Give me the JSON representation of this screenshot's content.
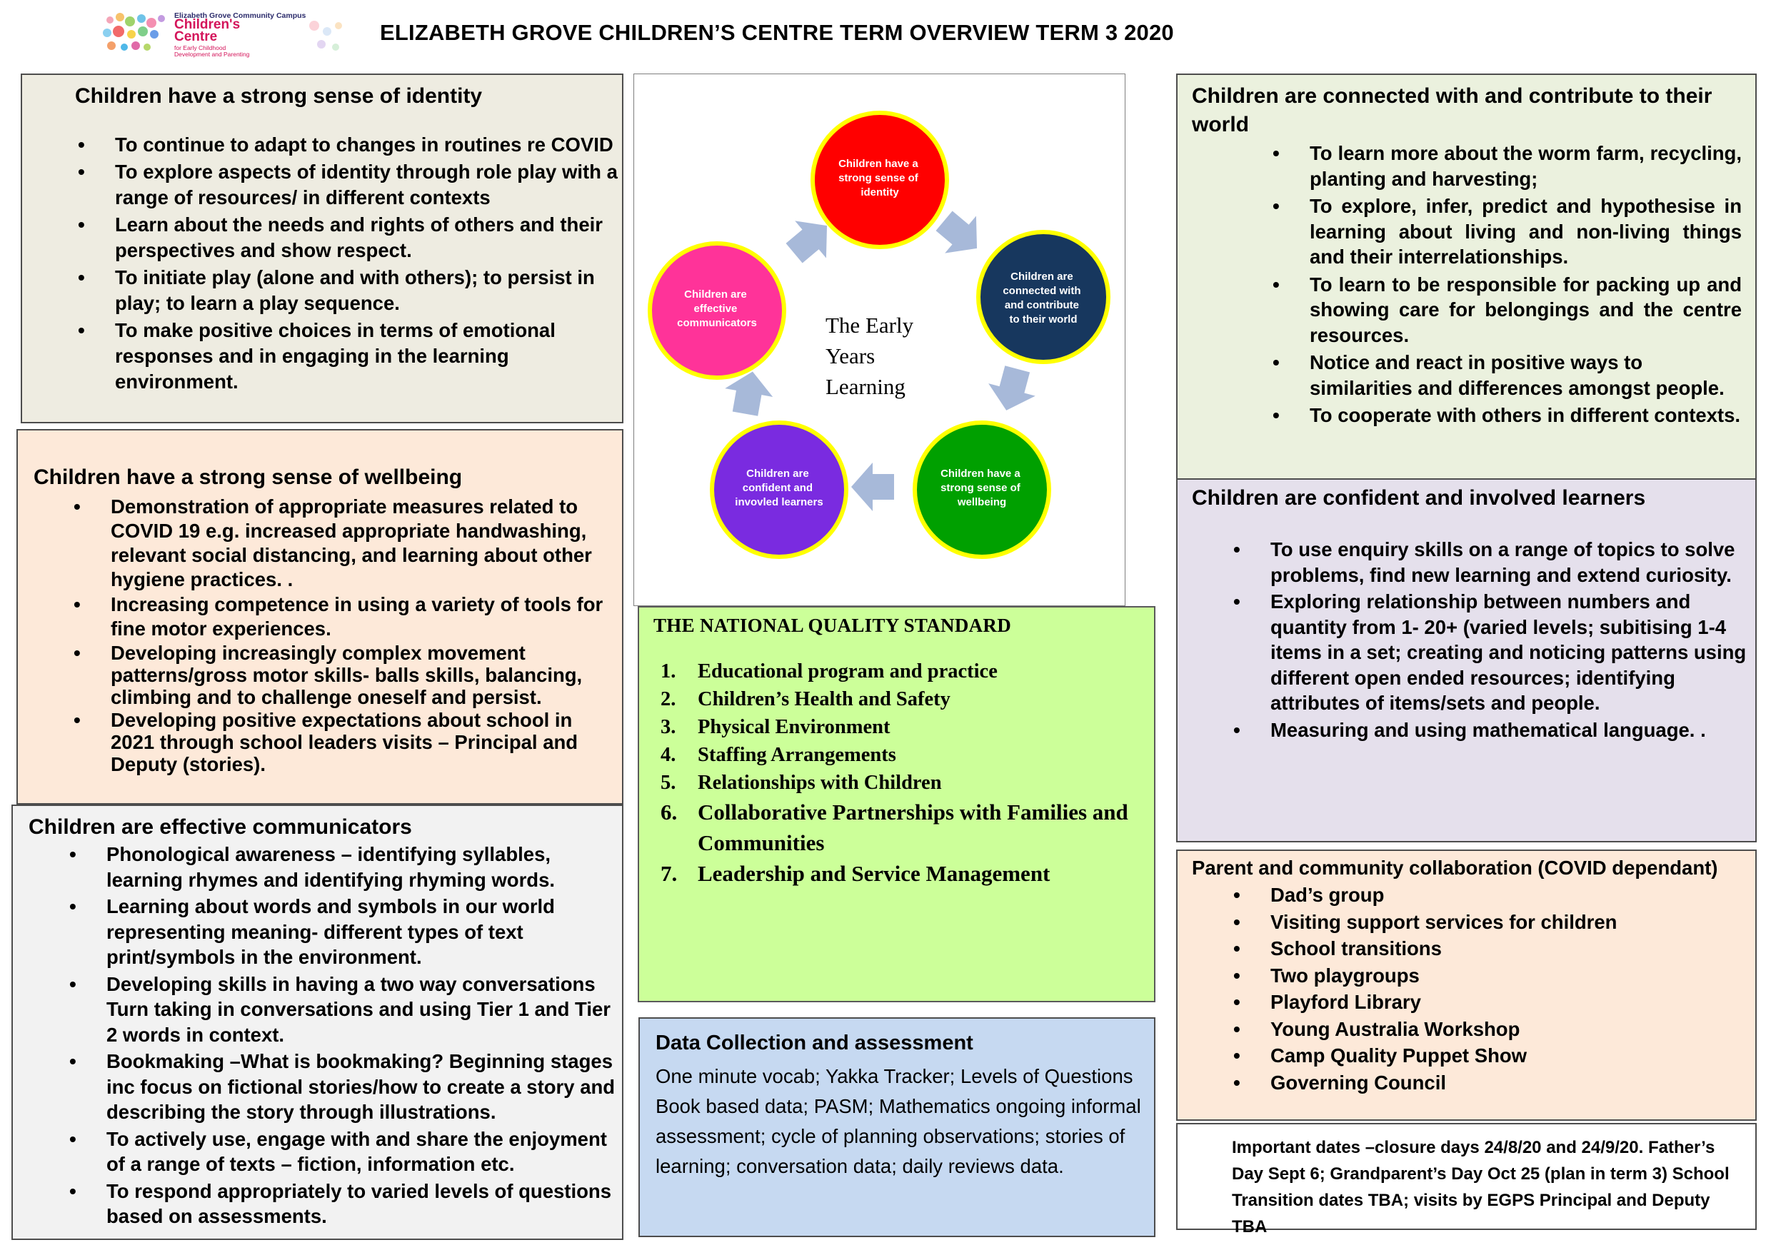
{
  "header": {
    "logo_line1": "Elizabeth Grove Community Campus",
    "logo_name1": "Children's",
    "logo_name2": "Centre",
    "logo_sub1": "for Early Childhood",
    "logo_sub2": "Development and Parenting",
    "title": "ELIZABETH GROVE CHILDREN’S CENTRE TERM OVERVIEW TERM 3 2020"
  },
  "identity": {
    "heading": "Children have a strong sense of identity",
    "items": [
      "To continue to adapt to changes in routines re COVID",
      "To explore aspects of identity through role play with a range of resources/ in different contexts",
      "Learn about the needs and rights of others and their perspectives and show respect.",
      "To initiate play (alone and with others); to persist in play; to learn a play sequence.",
      "To make positive choices in terms of emotional responses and in engaging in the learning environment."
    ]
  },
  "wellbeing": {
    "heading": "Children have a strong sense of wellbeing",
    "items": [
      "Demonstration of appropriate measures related to COVID 19 e.g. increased appropriate handwashing, relevant social distancing, and learning about other hygiene practices. .",
      "Increasing competence in using a variety of tools for fine motor experiences.",
      "Developing increasingly complex movement patterns/gross motor skills- balls skills, balancing, climbing and to challenge oneself and persist.",
      "Developing positive expectations about school in 2021 through school leaders visits – Principal and Deputy (stories)."
    ]
  },
  "communicators": {
    "heading": "Children are effective communicators",
    "items": [
      "Phonological awareness – identifying syllables, learning rhymes and identifying rhyming words.",
      "Learning about words and symbols in our world representing meaning- different types of text print/symbols in the environment.",
      "Developing skills in having a two way conversations Turn taking in conversations and using Tier 1 and Tier 2 words in context.",
      "Bookmaking –What is bookmaking? Beginning stages inc focus on fictional stories/how to create a story and describing the story through illustrations.",
      "To actively use, engage with and share the enjoyment of a range of texts – fiction, information etc.",
      "To respond appropriately to varied levels of questions based on assessments."
    ]
  },
  "diagram": {
    "center_line1": "The Early",
    "center_line2": "Years",
    "center_line3": "Learning",
    "circles": [
      {
        "lines": [
          "Children have a",
          "strong sense of",
          "identity"
        ],
        "color": "#ff0000"
      },
      {
        "lines": [
          "Children are",
          "connected with",
          "and contribute",
          "to their world"
        ],
        "color": "#17375e"
      },
      {
        "lines": [
          "Children have a",
          "strong sense of",
          "wellbeing"
        ],
        "color": "#00a000"
      },
      {
        "lines": [
          "Children are",
          "confident and",
          "invovled learners"
        ],
        "color": "#7a2be0"
      },
      {
        "lines": [
          "Children are",
          "effective",
          "communicators"
        ],
        "color": "#ff3399"
      }
    ],
    "ring_color": "#ffff00",
    "arrow_color": "#a7b9d9"
  },
  "nqs": {
    "heading": "THE NATIONAL QUALITY STANDARD",
    "items": [
      {
        "n": "1.",
        "text": "Educational program and practice"
      },
      {
        "n": "2.",
        "text": "Children’s Health and Safety"
      },
      {
        "n": "3.",
        "text": "Physical Environment"
      },
      {
        "n": "4.",
        "text": "Staffing Arrangements"
      },
      {
        "n": "5.",
        "text": "Relationships with Children"
      },
      {
        "n": "6.",
        "text": "Collaborative Partnerships with Families and Communities"
      },
      {
        "n": "7.",
        "text": "Leadership and Service Management"
      }
    ]
  },
  "data_collection": {
    "heading": "Data Collection and assessment",
    "body": "One minute vocab;  Yakka Tracker; Levels of Questions Book based data; PASM; Mathematics ongoing informal assessment; cycle of planning observations; stories of learning; conversation data; daily reviews data."
  },
  "world": {
    "heading": "Children are connected with and contribute to their world",
    "items": [
      "To learn more about the worm farm, recycling, planting and harvesting;",
      "To explore, infer, predict and hypothesise in learning about living and non-living things and their interrelationships.",
      "To learn to be responsible for packing up and showing care for belongings and the centre resources.",
      "Notice and react in positive ways to similarities and differences amongst people.",
      "To cooperate with others in different contexts."
    ]
  },
  "confident": {
    "heading": "Children are confident and involved learners",
    "items": [
      "To use enquiry skills on a range of topics to solve problems, find new learning and extend curiosity.",
      "Exploring relationship between numbers and quantity from 1- 20+ (varied levels; subitising 1-4 items in a set; creating and noticing patterns using different open ended resources; identifying attributes of items/sets and people.",
      "Measuring and using mathematical language. ."
    ]
  },
  "parents": {
    "heading": "Parent and community collaboration (COVID dependant)",
    "items": [
      "Dad’s group",
      "Visiting support services for children",
      "School transitions",
      "Two playgroups",
      "Playford Library",
      "Young Australia Workshop",
      "Camp Quality Puppet Show",
      "Governing Council"
    ]
  },
  "dates": {
    "text": "Important dates –closure days 24/8/20 and 24/9/20. Father’s Day Sept 6; Grandparent’s Day Oct 25 (plan in term 3) School Transition dates TBA; visits by EGPS Principal and Deputy TBA"
  }
}
